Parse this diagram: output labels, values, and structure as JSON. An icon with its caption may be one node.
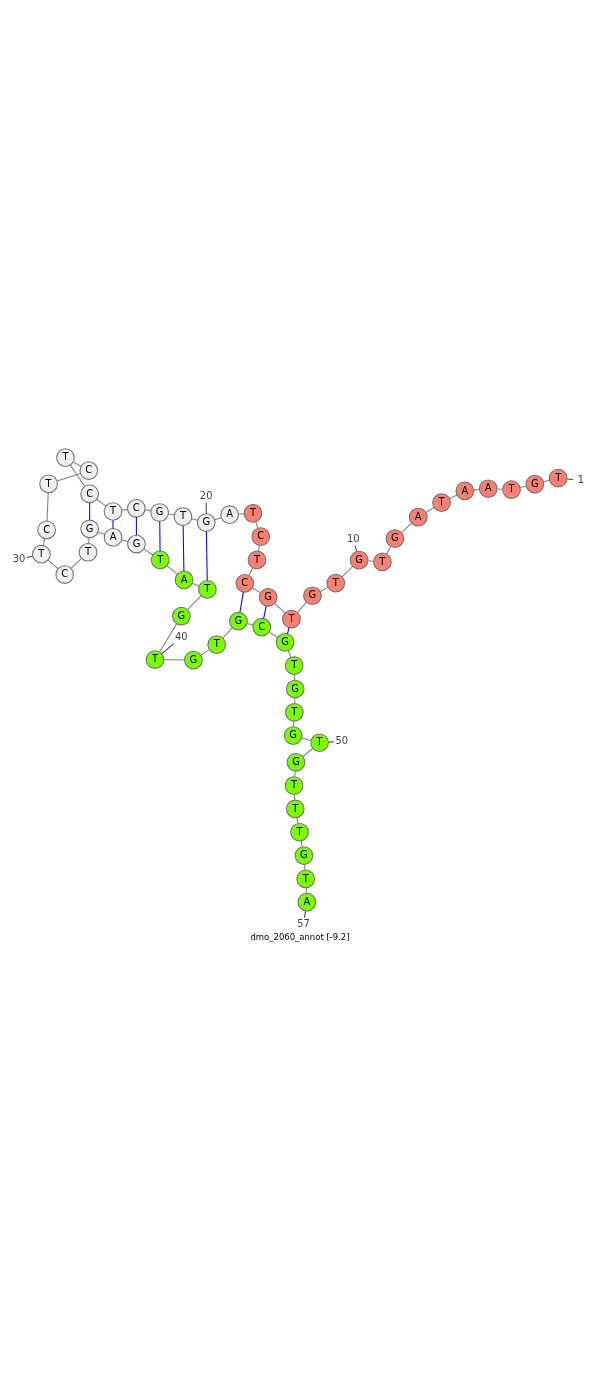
{
  "diagram": {
    "caption": "dmo_2060_annot [-9.2]",
    "nodes": [
      {
        "text": [
          "T"
        ]
      },
      {
        "text": [
          "G"
        ]
      },
      {
        "text": [
          "T"
        ]
      },
      {
        "text": [
          "A"
        ]
      },
      {
        "text": [
          "A"
        ]
      },
      {
        "text": [
          "T"
        ]
      },
      {
        "text": [
          "A"
        ]
      },
      {
        "text": [
          "G"
        ]
      },
      {
        "text": [
          "T"
        ]
      },
      {
        "text": [
          "G"
        ]
      },
      {
        "text": [
          "T"
        ]
      },
      {
        "text": [
          "G"
        ]
      },
      {
        "text": [
          "T"
        ]
      },
      {
        "text": [
          "G"
        ]
      },
      {
        "text": [
          "C"
        ]
      },
      {
        "text": [
          "T"
        ]
      },
      {
        "text": [
          "C"
        ]
      },
      {
        "text": [
          "T"
        ]
      },
      {
        "text": [
          "A"
        ]
      },
      {
        "text": [
          "G"
        ]
      },
      {
        "text": [
          "T"
        ]
      },
      {
        "text": [
          "G"
        ]
      },
      {
        "text": [
          "C"
        ]
      },
      {
        "text": [
          "T"
        ]
      },
      {
        "text": [
          "C"
        ]
      },
      {
        "text": [
          "T"
        ]
      },
      {
        "text": [
          "C"
        ]
      },
      {
        "text": [
          "T"
        ]
      },
      {
        "text": [
          "C"
        ]
      },
      {
        "text": [
          "T"
        ]
      },
      {
        "text": [
          "C"
        ]
      },
      {
        "text": [
          "T"
        ]
      },
      {
        "text": [
          "G"
        ]
      },
      {
        "text": [
          "A"
        ]
      },
      {
        "text": [
          "G"
        ]
      },
      {
        "text": [
          "T"
        ]
      },
      {
        "text": [
          "A"
        ]
      },
      {
        "text": [
          "T"
        ]
      },
      {
        "text": [
          "G"
        ]
      },
      {
        "text": [
          "T"
        ]
      },
      {
        "text": [
          "G"
        ]
      },
      {
        "text": [
          "T"
        ]
      },
      {
        "text": [
          "G"
        ]
      },
      {
        "text": [
          "C"
        ]
      },
      {
        "text": [
          "G"
        ]
      },
      {
        "text": [
          "T"
        ]
      },
      {
        "text": [
          "G"
        ]
      },
      {
        "text": [
          "T"
        ]
      },
      {
        "text": [
          "G"
        ]
      },
      {
        "text": [
          "T"
        ]
      },
      {
        "text": [
          "G"
        ]
      },
      {
        "text": [
          "T"
        ]
      },
      {
        "text": [
          "T"
        ]
      },
      {
        "text": [
          "T"
        ]
      },
      {
        "text": [
          "G"
        ]
      },
      {
        "text": [
          "T"
        ]
      },
      {
        "text": [
          "A"
        ]
      },
      {
        "text": [
          "1"
        ]
      },
      {
        "text": [
          "10"
        ]
      },
      {
        "text": [
          "20"
        ]
      },
      {
        "text": [
          "30"
        ]
      },
      {
        "text": [
          "40"
        ]
      },
      {
        "text": [
          "50"
        ]
      },
      {
        "text": [
          "57"
        ]
      }
    ],
    "edges": [
      {
        "from": 0,
        "to": 1,
        "arrow": "none"
      },
      {
        "from": 1,
        "to": 2,
        "arrow": "none"
      },
      {
        "from": 2,
        "to": 3,
        "arrow": "none"
      },
      {
        "from": 3,
        "to": 4,
        "arrow": "none"
      },
      {
        "from": 4,
        "to": 5,
        "arrow": "none"
      },
      {
        "from": 5,
        "to": 6,
        "arrow": "none"
      },
      {
        "from": 6,
        "to": 7,
        "arrow": "none"
      },
      {
        "from": 7,
        "to": 8,
        "arrow": "none"
      },
      {
        "from": 8,
        "to": 9,
        "arrow": "none"
      },
      {
        "from": 9,
        "to": 10,
        "arrow": "none"
      },
      {
        "from": 10,
        "to": 11,
        "arrow": "none"
      },
      {
        "from": 11,
        "to": 12,
        "arrow": "none"
      },
      {
        "from": 12,
        "to": 13,
        "arrow": "none"
      },
      {
        "from": 13,
        "to": 14,
        "arrow": "none"
      },
      {
        "from": 14,
        "to": 15,
        "arrow": "none"
      },
      {
        "from": 15,
        "to": 16,
        "arrow": "none"
      },
      {
        "from": 16,
        "to": 17,
        "arrow": "none"
      },
      {
        "from": 17,
        "to": 18,
        "arrow": "none"
      },
      {
        "from": 18,
        "to": 19,
        "arrow": "none"
      },
      {
        "from": 19,
        "to": 20,
        "arrow": "none"
      },
      {
        "from": 20,
        "to": 21,
        "arrow": "none"
      },
      {
        "from": 21,
        "to": 22,
        "arrow": "none"
      },
      {
        "from": 22,
        "to": 23,
        "arrow": "none"
      },
      {
        "from": 23,
        "to": 24,
        "arrow": "none"
      },
      {
        "from": 24,
        "to": 25,
        "arrow": "none"
      },
      {
        "from": 25,
        "to": 26,
        "arrow": "none"
      },
      {
        "from": 26,
        "to": 27,
        "arrow": "none"
      },
      {
        "from": 27,
        "to": 28,
        "arrow": "none"
      },
      {
        "from": 28,
        "to": 29,
        "arrow": "none"
      },
      {
        "from": 29,
        "to": 30,
        "arrow": "none"
      },
      {
        "from": 30,
        "to": 31,
        "arrow": "none"
      },
      {
        "from": 31,
        "to": 32,
        "arrow": "none"
      },
      {
        "from": 32,
        "to": 33,
        "arrow": "none"
      },
      {
        "from": 33,
        "to": 34,
        "arrow": "none"
      },
      {
        "from": 34,
        "to": 35,
        "arrow": "none"
      },
      {
        "from": 35,
        "to": 36,
        "arrow": "none"
      },
      {
        "from": 36,
        "to": 37,
        "arrow": "none"
      },
      {
        "from": 37,
        "to": 38,
        "arrow": "none"
      },
      {
        "from": 38,
        "to": 39,
        "arrow": "none"
      },
      {
        "from": 39,
        "to": 40,
        "arrow": "none"
      },
      {
        "from": 40,
        "to": 41,
        "arrow": "none"
      },
      {
        "from": 41,
        "to": 42,
        "arrow": "none"
      },
      {
        "from": 42,
        "to": 43,
        "arrow": "none"
      },
      {
        "from": 43,
        "to": 44,
        "arrow": "none"
      },
      {
        "from": 44,
        "to": 45,
        "arrow": "none"
      },
      {
        "from": 45,
        "to": 46,
        "arrow": "none"
      },
      {
        "from": 46,
        "to": 47,
        "arrow": "none"
      },
      {
        "from": 47,
        "to": 48,
        "arrow": "none"
      },
      {
        "from": 48,
        "to": 49,
        "arrow": "none"
      },
      {
        "from": 49,
        "to": 50,
        "arrow": "none"
      },
      {
        "from": 50,
        "to": 51,
        "arrow": "none"
      },
      {
        "from": 51,
        "to": 52,
        "arrow": "none"
      },
      {
        "from": 52,
        "to": 53,
        "arrow": "none"
      },
      {
        "from": 53,
        "to": 54,
        "arrow": "none"
      },
      {
        "from": 54,
        "to": 55,
        "arrow": "none"
      },
      {
        "from": 55,
        "to": 56,
        "arrow": "none"
      },
      {
        "from": 12,
        "to": 44,
        "arrow": "none",
        "color": "#0000ff"
      },
      {
        "from": 13,
        "to": 43,
        "arrow": "none",
        "color": "#0000ff"
      },
      {
        "from": 14,
        "to": 42,
        "arrow": "none",
        "color": "#0000ff"
      },
      {
        "from": 19,
        "to": 37,
        "arrow": "none",
        "color": "#0000ff"
      },
      {
        "from": 20,
        "to": 36,
        "arrow": "none",
        "color": "#0000ff"
      },
      {
        "from": 21,
        "to": 35,
        "arrow": "none",
        "color": "#0000ff"
      },
      {
        "from": 22,
        "to": 34,
        "arrow": "none",
        "color": "#0000ff"
      },
      {
        "from": 23,
        "to": 33,
        "arrow": "none",
        "color": "#0000ff"
      },
      {
        "from": 24,
        "to": 32,
        "arrow": "none",
        "color": "#0000ff"
      },
      {
        "from": 57,
        "to": 0,
        "arrow": "none"
      },
      {
        "from": 58,
        "to": 9,
        "arrow": "none"
      },
      {
        "from": 59,
        "to": 19,
        "arrow": "none"
      },
      {
        "from": 60,
        "to": 29,
        "arrow": "none"
      },
      {
        "from": 61,
        "to": 39,
        "arrow": "none"
      },
      {
        "from": 62,
        "to": 49,
        "arrow": "none"
      },
      {
        "from": 63,
        "to": 56,
        "arrow": "none"
      }
    ]
  }
}
